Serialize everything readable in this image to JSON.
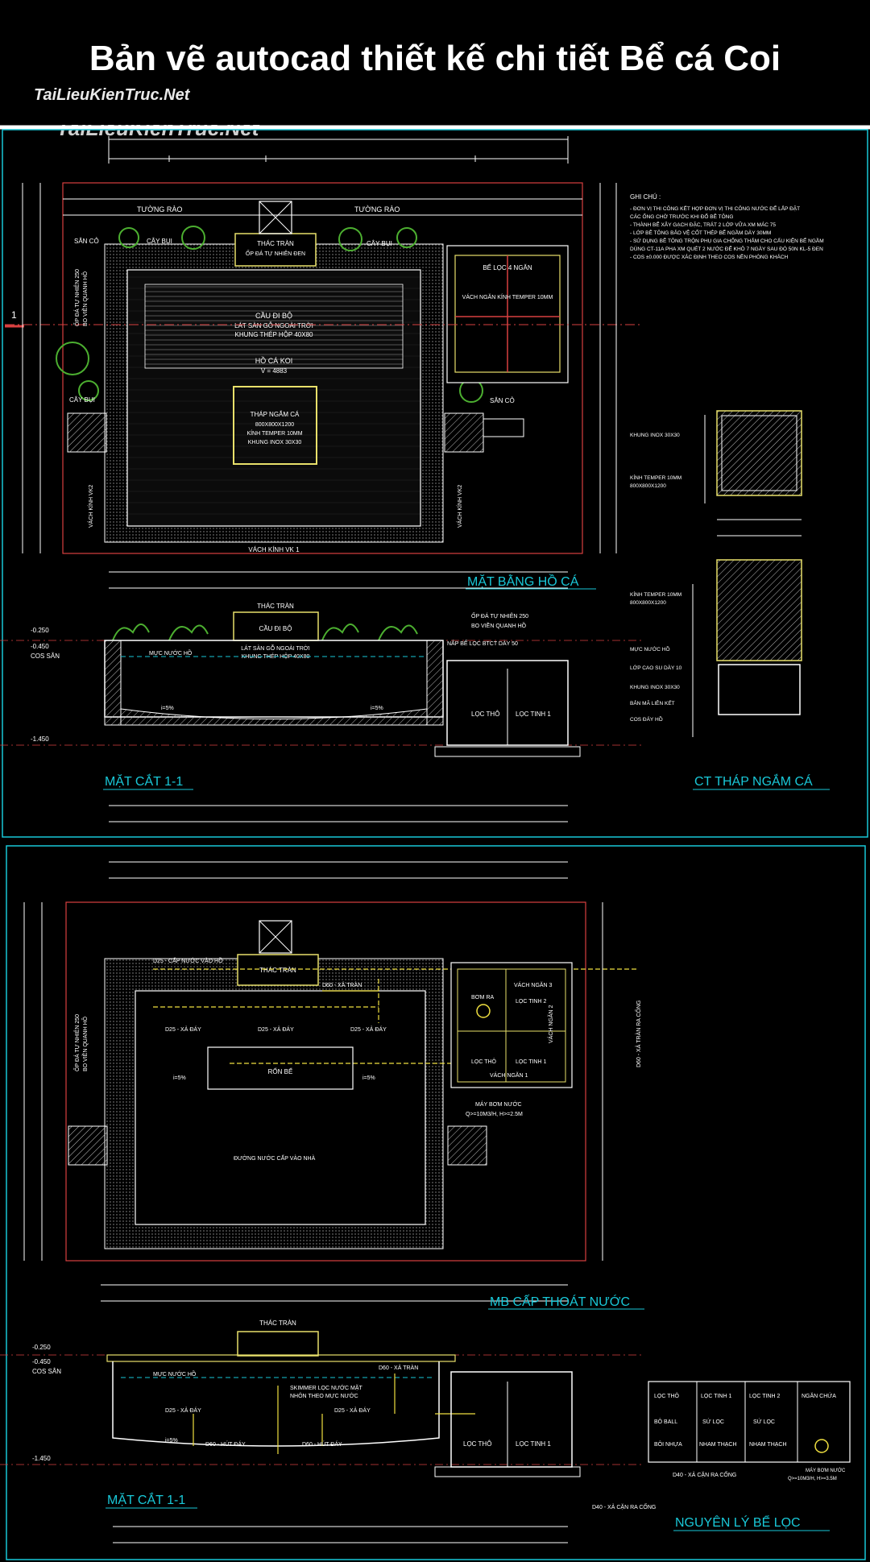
{
  "header": {
    "title": "Bản vẽ autocad thiết kế chi tiết Bể cá Coi",
    "watermark": "TaiLieuKienTruc.Net"
  },
  "colors": {
    "bg": "#000000",
    "cyan": "#19c8d8",
    "yellow": "#e8e06a",
    "white": "#ffffff",
    "red": "#d84040",
    "green": "#4caf30",
    "yellow_pipe": "#f0e040"
  },
  "sheet1": {
    "plan": {
      "title": "MẶT BẰNG HỒ CÁ",
      "fence_left": "TƯỜNG RÀO",
      "fence_right": "TƯỜNG RÀO",
      "thac_tran": "THÁC TRÀN",
      "thac_tran_sub": "ỐP ĐÁ TỰ NHIÊN ĐEN",
      "san_co_1": "SÂN CỎ",
      "cay_bui_1": "CÂY BỤI",
      "cay_bui_2": "CÂY BỤI",
      "cau_di_bo": "CẦU ĐI BỘ",
      "cau_sub1": "LÁT SÀN GỖ NGOÀI TRỜI",
      "cau_sub2": "KHUNG THÉP HỘP 40X80",
      "ho_ca": "HỒ CÁ KOI",
      "ho_ca_v": "V = 4883",
      "thap": "THÁP NGẮM CÁ",
      "thap_sub1": "800X800X1200",
      "thap_sub2": "KÍNH TEMPER 10MM",
      "thap_sub3": "KHUNG INOX 30X30",
      "be_loc": "BỂ LỌC 4 NGĂN",
      "be_loc_sub": "VÁCH NGĂN KÍNH TEMPER 10MM",
      "cay_bui_3": "CÂY BỤI",
      "san_co_2": "SÂN CỎ",
      "vach_vk1": "VÁCH KÍNH VK 1",
      "vach_vk2_l": "VÁCH KÍNH VK2",
      "vach_vk2_r": "VÁCH KÍNH VK2",
      "op_da": "ỐP ĐÁ TỰ NHIÊN 250",
      "vien": "BO VIỀN QUANH HỒ",
      "cut_mark": "1"
    },
    "notes": {
      "title": "GHI CHÚ :",
      "lines": [
        "- ĐƠN VỊ THI CÔNG KẾT HỢP ĐƠN VỊ THI CÔNG NƯỚC ĐỂ LẮP ĐẶT",
        "  CÁC ỐNG CHỜ TRƯỚC KHI ĐỔ BÊ TÔNG",
        "- THÀNH BỂ XÂY GẠCH ĐẶC, TRÁT 2 LỚP VỮA XM MÁC 75",
        "- LỚP BÊ TÔNG BẢO VỆ CỐT THÉP BỂ NGẦM DÀY 30MM",
        "- SỬ DỤNG BÊ TÔNG TRỘN PHỤ GIA CHỐNG THẤM CHO CẤU KIỆN BỂ NGẦM",
        "  DÙNG CT-11A PHA XM QUÉT 2 NƯỚC ĐỂ KHÔ 7 NGÀY SAU ĐÓ 50N KL-5 ĐEN",
        "- COS ±0.000 ĐƯỢC XÁC ĐỊNH THEO COS NỀN PHÒNG KHÁCH"
      ]
    },
    "tower_plan": {
      "khung": "KHUNG INOX 30X30",
      "kinh": "KÍNH TEMPER 10MM",
      "kinh_size": "800X800X1200"
    },
    "section": {
      "title": "MẶT CẮT 1-1",
      "thac_tran": "THÁC TRÀN",
      "cau_di_bo": "CẦU ĐI BỘ",
      "cau_sub1": "LÁT SÀN GỖ NGOÀI TRỜI",
      "cau_sub2": "KHUNG THÉP HỘP 40X80",
      "muc_nuoc": "MỰC NƯỚC HỒ",
      "op_da": "ỐP ĐÁ TỰ NHIÊN 250",
      "vien": "BO VIỀN QUANH HỒ",
      "nap": "NẮP BỂ LỌC BTCT DÀY 50",
      "loc_tho": "LỌC THÔ",
      "loc_tinh": "LỌC TINH 1",
      "slope_l": "i=5%",
      "slope_r": "i=5%",
      "lv1": "-0.250",
      "lv2": "-0.450",
      "lv3": "COS SÂN",
      "lv4": "-1.450"
    },
    "tower_section": {
      "title": "CT THÁP NGẮM CÁ",
      "kinh": "KÍNH TEMPER 10MM",
      "kinh_size": "800X800X1200",
      "muc": "MỰC NƯỚC HỒ",
      "cao_su": "LỚP CAO SU DÀY 10",
      "khung": "KHUNG INOX 30X30",
      "ban_ma": "BẢN MÃ LIÊN KẾT",
      "cos_day": "COS ĐÁY HỒ"
    }
  },
  "sheet2": {
    "plan": {
      "title": "MB CẤP THOÁT NƯỚC",
      "d25_cap": "D25 - CẤP NƯỚC VÀO HỒ",
      "thac_tran": "THÁC TRÀN",
      "d60_tran": "D60 - XẢ TRÀN",
      "d25_a": "D25 - XẢ ĐÁY",
      "d25_b": "D25 - XẢ ĐÁY",
      "d25_c": "D25 - XẢ ĐÁY",
      "ron_be": "RỐN BỂ",
      "slope_l": "i=5%",
      "slope_r": "i=5%",
      "duong_nuoc": "ĐƯỜNG NƯỚC CẤP VÀO NHÀ",
      "vach3": "VÁCH NGĂN 3",
      "bom_ra": "BƠM RA",
      "loc_tinh2": "LỌC TINH 2",
      "vach2": "VÁCH NGĂN 2",
      "loc_tho": "LỌC THÔ",
      "loc_tinh1": "LỌC TINH 1",
      "vach1": "VÁCH NGĂN 1",
      "may_bom": "MÁY BƠM NƯỚC",
      "may_bom_spec": "Q>=10M3/H, H>=2.5M",
      "op_da": "ỐP ĐÁ TỰ NHIÊN 250",
      "vien": "BO VIỀN QUANH HỒ",
      "d60_cong": "D60 - XẢ TRÀN RA CỐNG"
    },
    "section": {
      "title": "MẶT CẮT 1-1",
      "thac_tran": "THÁC TRÀN",
      "d60_tran": "D60 - XẢ TRÀN",
      "muc_nuoc": "MỰC NƯỚC HỒ",
      "skimmer": "SKIMMER LỌC NƯỚC MẶT",
      "skimmer2": "NHÔN THEO MỰC NƯỚC",
      "d25_a": "D25 - XẢ ĐÁY",
      "d25_b": "D25 - XẢ ĐÁY",
      "d60_a": "D60 - HÚT ĐÁY",
      "d60_b": "D60 - HÚT ĐÁY",
      "loc_tho": "LỌC THÔ",
      "loc_tinh": "LỌC TINH 1",
      "slope": "i=5%",
      "cong": "D40 - XẢ CẶN RA CỐNG",
      "lv1": "-0.250",
      "lv2": "-0.450",
      "lv3": "COS SÂN",
      "lv4": "-1.450"
    },
    "principle": {
      "title": "NGUYÊN LÝ BỂ LỌC",
      "cols": [
        "LỌC THÔ",
        "LỌC TINH 1",
        "LỌC TINH 2",
        "NGĂN CHỨA"
      ],
      "row2": [
        "BÔ BALL",
        "SỨ LỌC",
        "SỨ LỌC"
      ],
      "row3": [
        "BÔI NHỰA",
        "NHAM THẠCH",
        "NHAM THẠCH"
      ],
      "xa_can": "D40 - XẢ CẶN RA CỐNG",
      "may_bom": "MÁY BƠM NƯỚC",
      "may_bom_spec": "Q>=10M3/H, H>=3.5M"
    }
  }
}
